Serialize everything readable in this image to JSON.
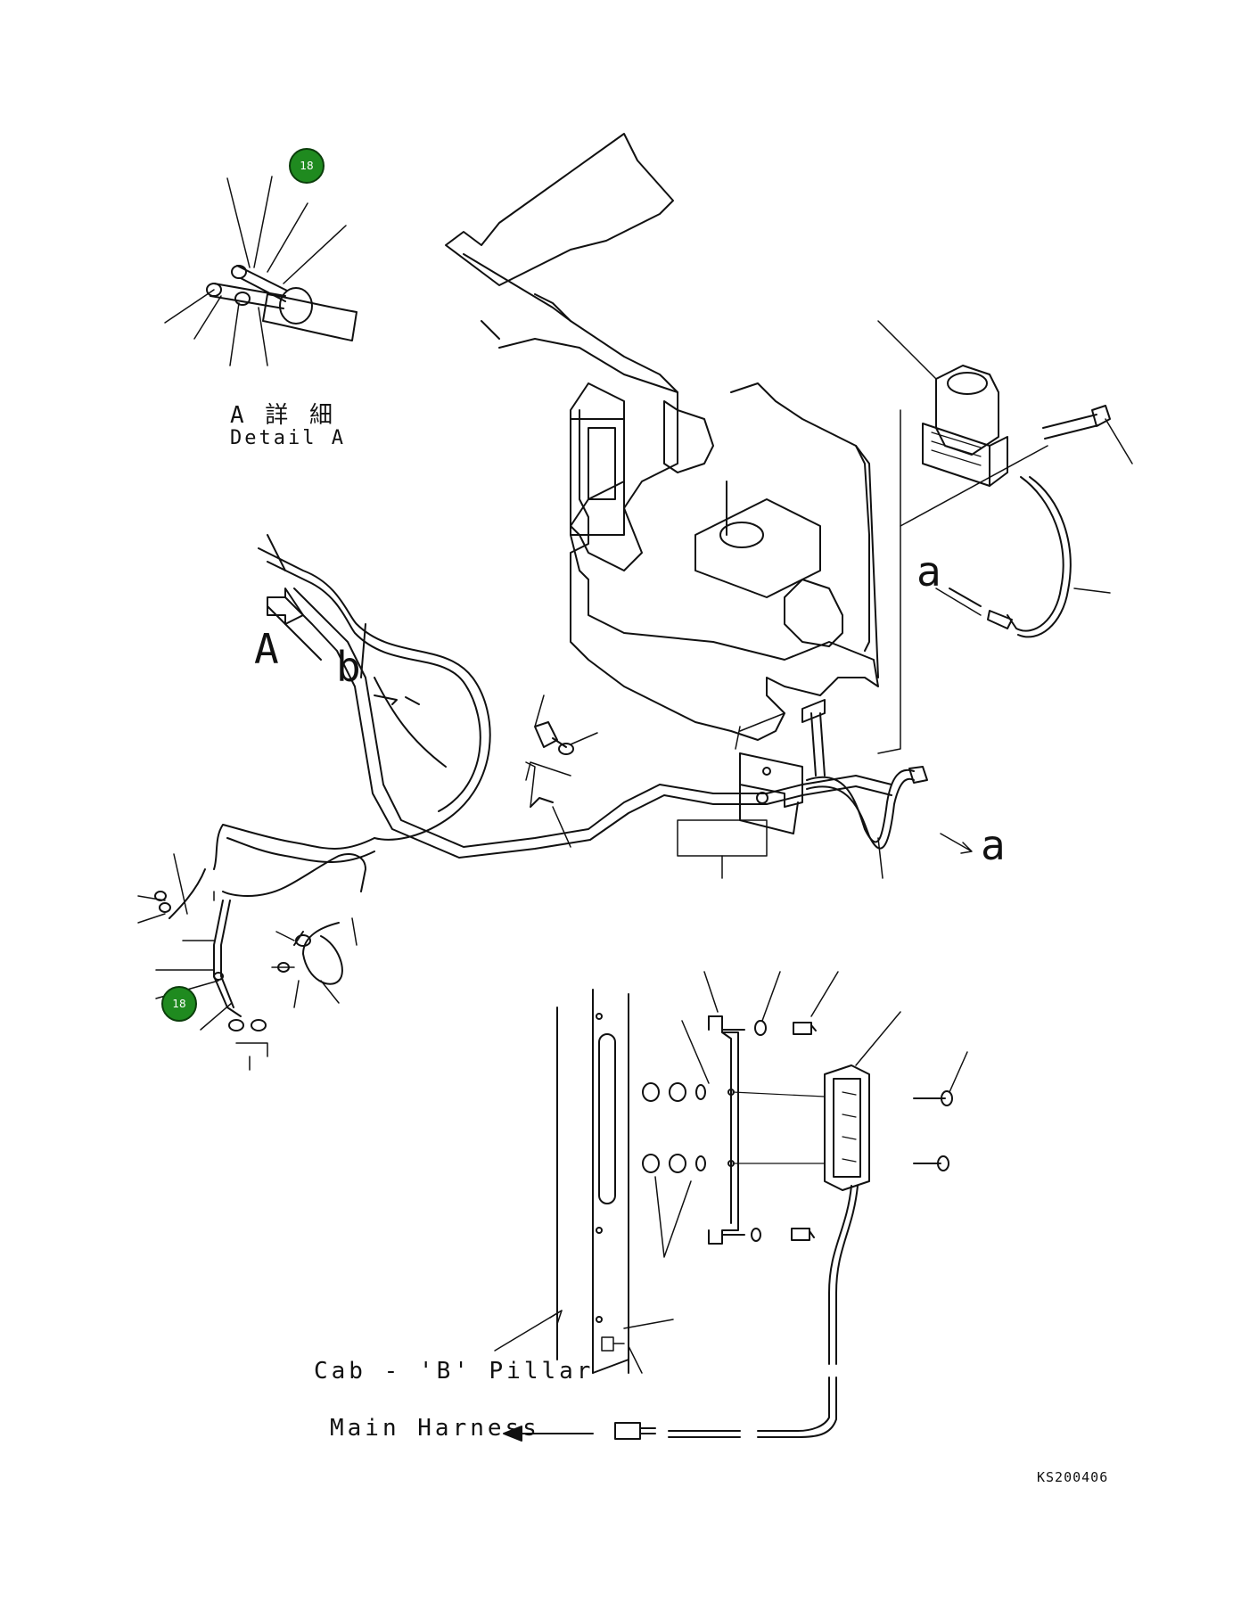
{
  "detail": {
    "title_jp": "A 詳 細",
    "title_en": "Detail A"
  },
  "view_letters": {
    "A": "A",
    "b": "b",
    "a_upper": "a",
    "a_lower": "a"
  },
  "labels": {
    "cab_pillar": "Cab - 'B' Pillar",
    "main_harness": "Main Harness"
  },
  "figure_code": "KS200406",
  "badges": [
    "18",
    "18"
  ],
  "colors": {
    "badge_fill": "#1f8a1f",
    "line": "#111111"
  }
}
